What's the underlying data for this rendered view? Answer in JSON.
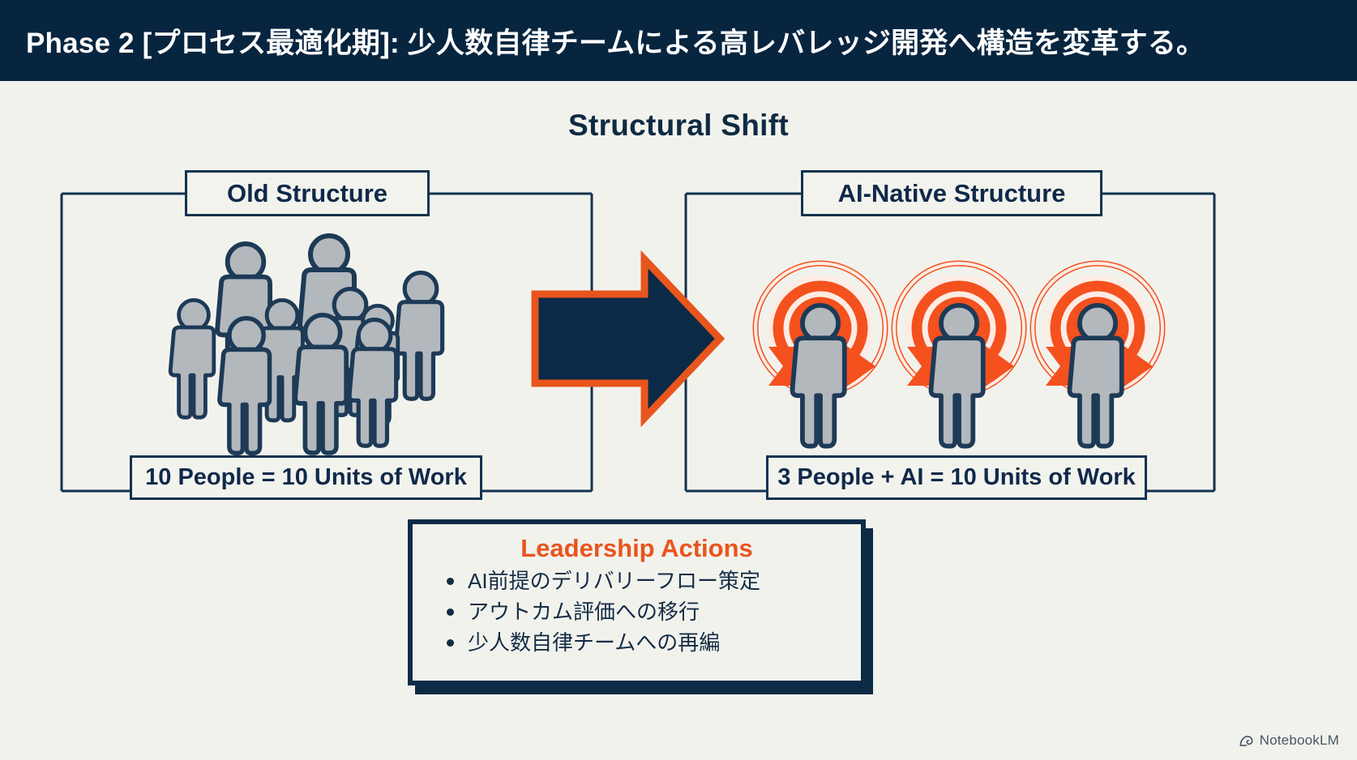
{
  "header": {
    "title": "Phase 2 [プロセス最適化期]: 少人数自律チームによる高レバレッジ開発へ構造を変革する。"
  },
  "main": {
    "title": "Structural Shift"
  },
  "old_structure": {
    "label": "Old Structure",
    "footer": "10 People = 10 Units of Work",
    "person_count": 10
  },
  "ai_structure": {
    "label": "AI-Native Structure",
    "footer": "3 People + AI = 10 Units of Work",
    "person_count": 3
  },
  "arrow": {
    "direction": "right",
    "fill": "#0b2a47",
    "stroke": "#e8551d"
  },
  "leadership": {
    "title": "Leadership Actions",
    "items": [
      "AI前提のデリバリーフロー策定",
      "アウトカム評価への移行",
      "少人数自律チームへの再編"
    ]
  },
  "watermark": {
    "label": "NotebookLM",
    "icon": "notebooklm-spiral-icon"
  },
  "colors": {
    "header_bg": "#08253f",
    "page_bg": "#f2f2ed",
    "navy": "#10314e",
    "orange": "#e8551d",
    "figure_fill": "#b3b8bd",
    "figure_stroke": "#1d3a56"
  }
}
